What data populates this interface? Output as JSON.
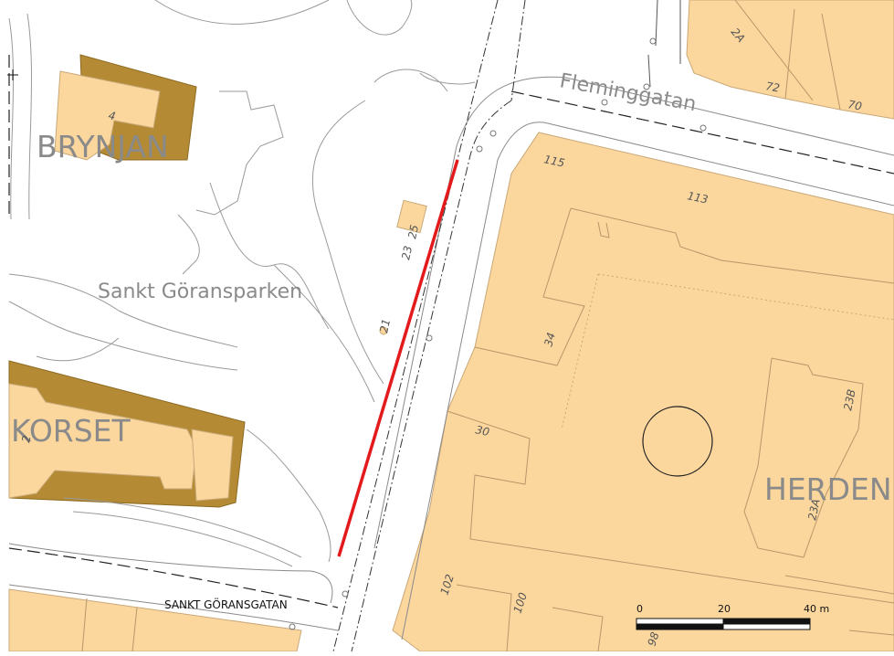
{
  "map": {
    "district_labels": {
      "brynjan": "BRYNJAN",
      "korset": "KORSET",
      "herden": "HERDEN"
    },
    "park_label": "Sankt Göransparken",
    "street_labels": {
      "fleminggatan": "Fleminggatan",
      "sankt_goransgatan": "SANKT GÖRANSGATAN"
    },
    "building_numbers": [
      "2A",
      "72",
      "70",
      "115",
      "113",
      "34",
      "23B",
      "23A",
      "30",
      "102",
      "100",
      "98",
      "4",
      "23",
      "25",
      "21",
      "2"
    ],
    "scale_bar": {
      "ticks": [
        "0",
        "20",
        "40 m"
      ]
    },
    "colors": {
      "building": "#fbd79e",
      "building_dark": "#b48b34",
      "highlight_segment": "#e31a1c",
      "label": "#8a8a8a"
    }
  }
}
